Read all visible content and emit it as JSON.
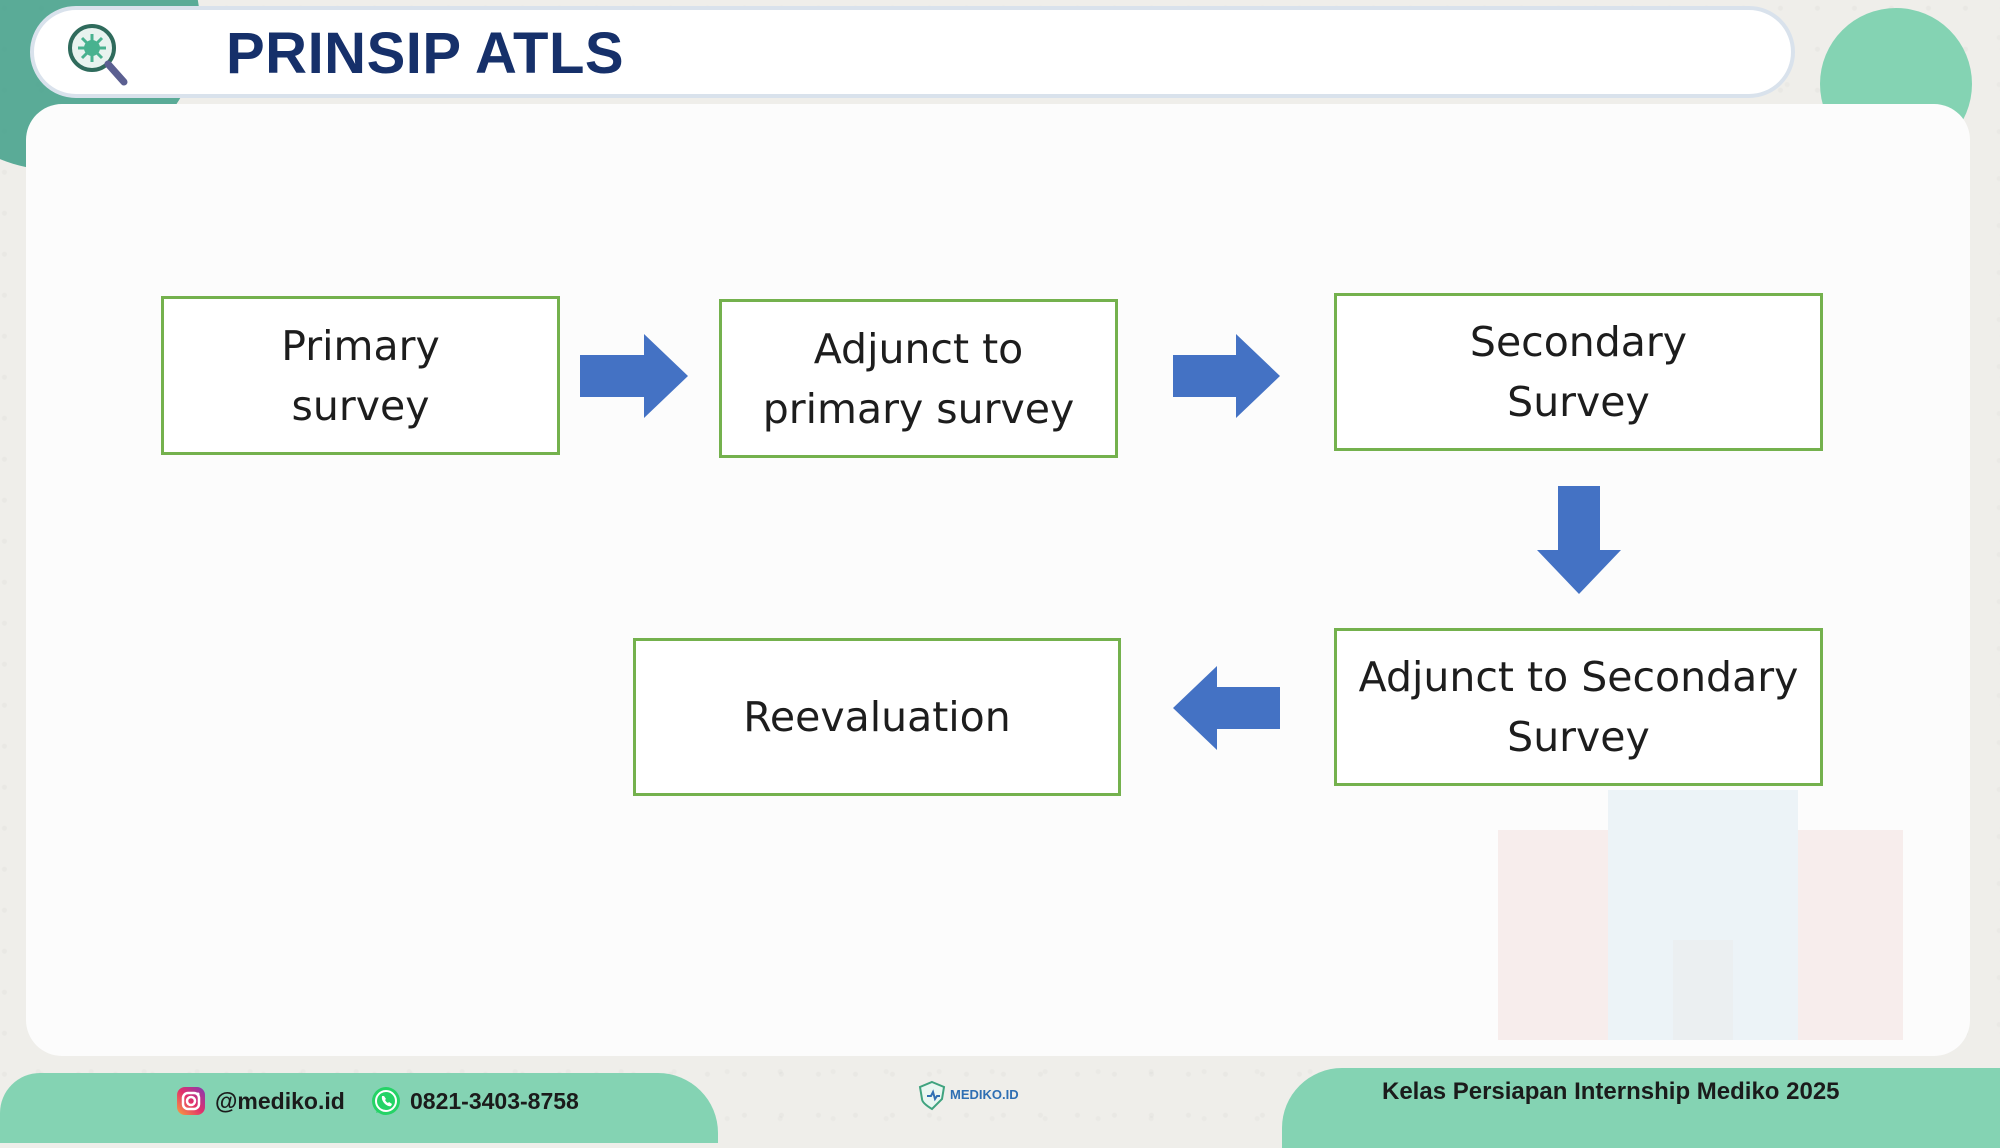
{
  "slide": {
    "title": "PRINSIP ATLS"
  },
  "flow": {
    "boxes": [
      {
        "id": "primary-survey",
        "label": "Primary\nsurvey"
      },
      {
        "id": "adjunct-primary-survey",
        "label": "Adjunct to\nprimary survey"
      },
      {
        "id": "secondary-survey",
        "label": "Secondary\nSurvey"
      },
      {
        "id": "adjunct-secondary-survey",
        "label": "Adjunct to Secondary\nSurvey"
      },
      {
        "id": "reevaluation",
        "label": "Reevaluation"
      }
    ],
    "arrows": [
      {
        "from": "primary-survey",
        "to": "adjunct-primary-survey",
        "direction": "right"
      },
      {
        "from": "adjunct-primary-survey",
        "to": "secondary-survey",
        "direction": "right"
      },
      {
        "from": "secondary-survey",
        "to": "adjunct-secondary-survey",
        "direction": "down"
      },
      {
        "from": "adjunct-secondary-survey",
        "to": "reevaluation",
        "direction": "left"
      }
    ]
  },
  "footer": {
    "instagram": "@mediko.id",
    "whatsapp": "0821-3403-8758",
    "logo_text": "MEDIKO.ID",
    "tagline": "Kelas Persiapan Internship Mediko 2025"
  },
  "colors": {
    "title": "#16306a",
    "box_border": "#74b14d",
    "arrow_fill": "#4472c4",
    "accent_green": "#84d3b3",
    "accent_teal": "#3f9f88"
  },
  "icons": {
    "title_icon": "magnifier-virus-icon",
    "instagram_icon": "instagram-icon",
    "whatsapp_icon": "whatsapp-icon",
    "logo_icon": "mediko-logo-icon"
  }
}
